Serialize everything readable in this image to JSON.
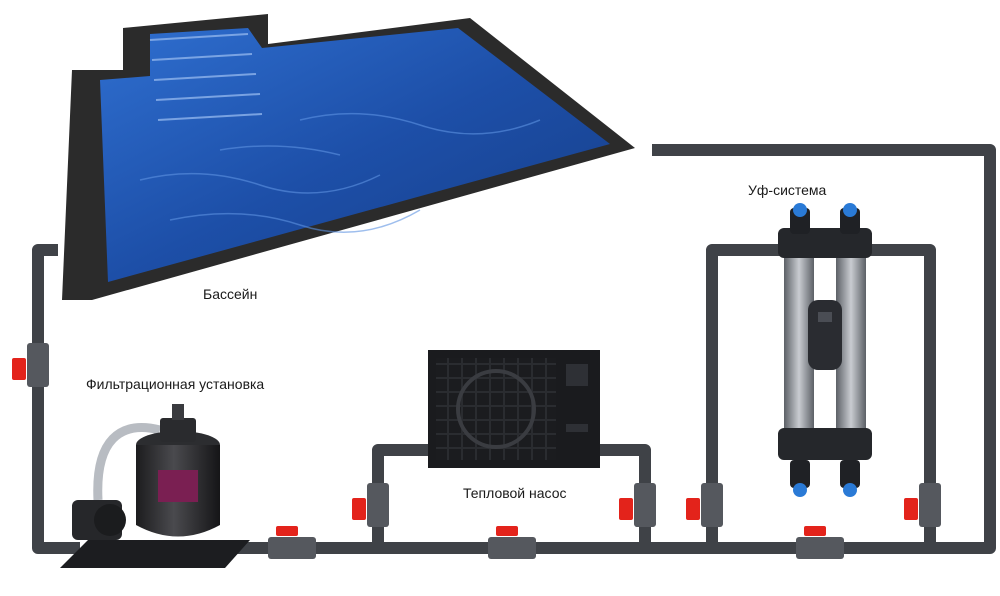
{
  "labels": {
    "pool": "Бассейн",
    "filter": "Фильтрационная установка",
    "heat_pump": "Тепловой насос",
    "uv_system": "Уф-система"
  },
  "colors": {
    "pipe": "#3f4247",
    "valve_handle": "#e3231b",
    "pool_water": "#1d4fa8",
    "pool_border": "#2b2b2b",
    "background": "#ffffff"
  },
  "icons": {
    "pool": "pool-icon",
    "filter": "sand-filter-icon",
    "heat_pump": "heat-pump-icon",
    "uv": "uv-sterilizer-icon",
    "valve": "valve-icon"
  }
}
